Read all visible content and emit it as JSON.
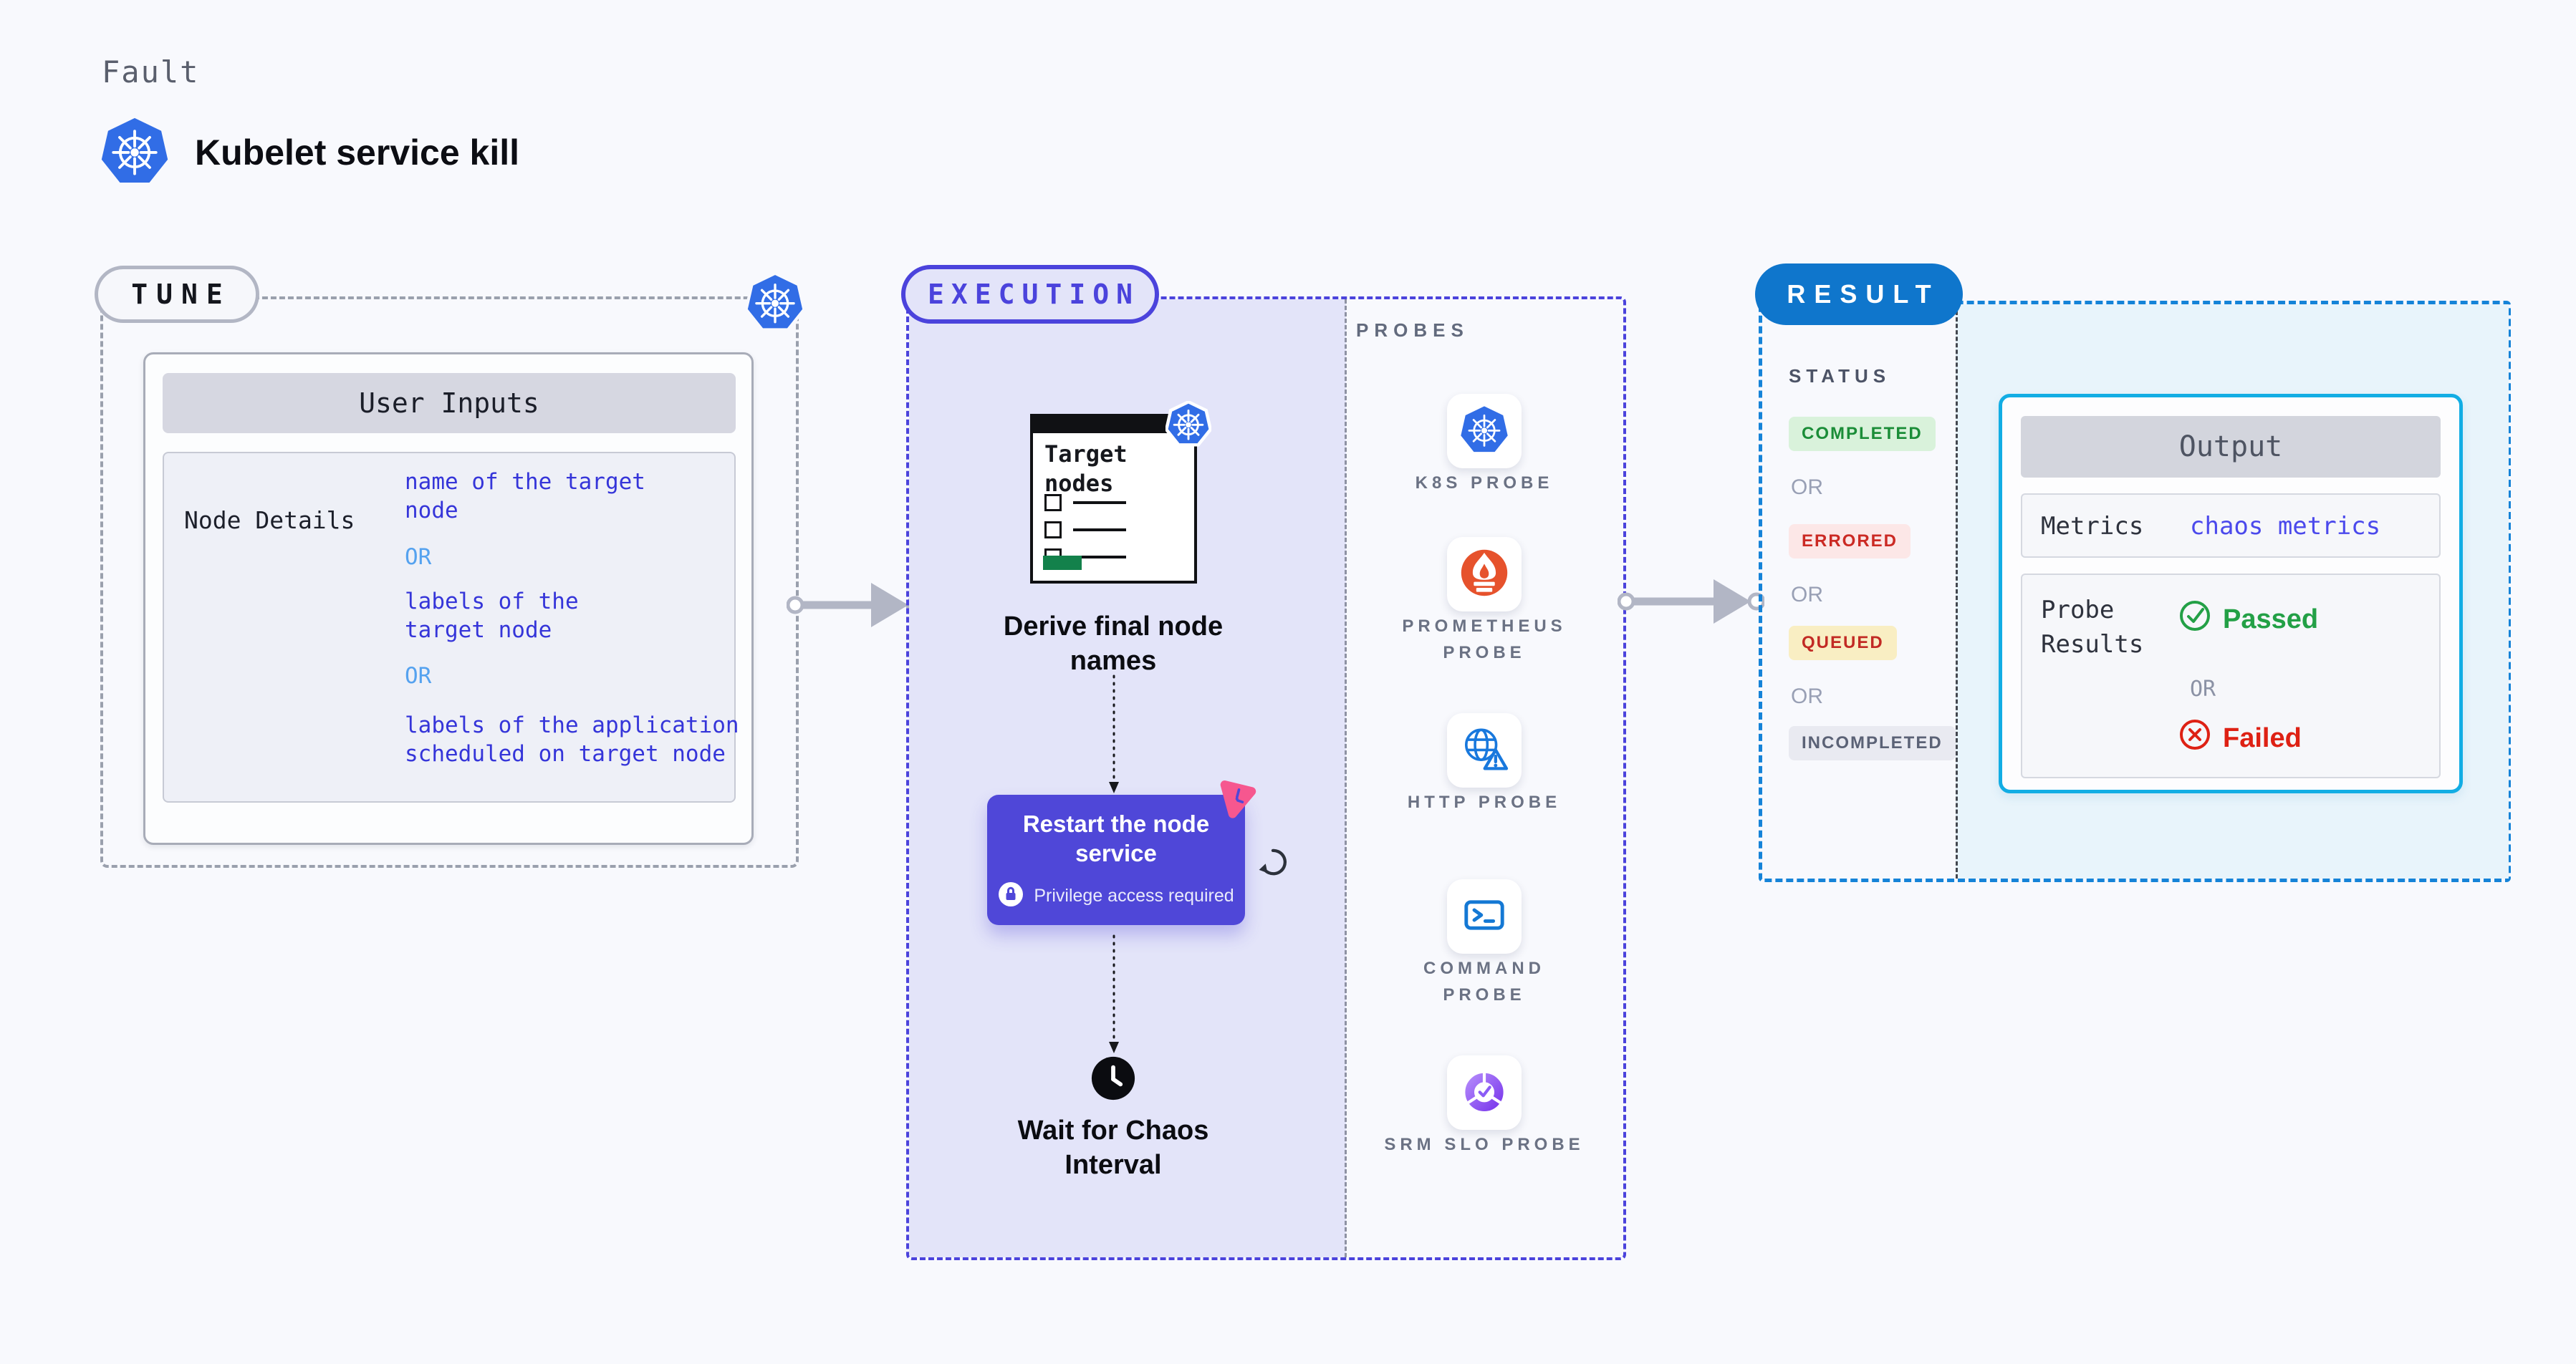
{
  "header": {
    "eyebrow": "Fault",
    "title": "Kubelet service kill"
  },
  "tune": {
    "pill": "TUNE",
    "card_header": "User Inputs",
    "row": {
      "label": "Node Details",
      "value1": "name of the target node",
      "or1": "OR",
      "value2": "labels of the target node",
      "or2": "OR",
      "value3": "labels of the application scheduled on target node"
    }
  },
  "execution": {
    "pill": "EXECUTION",
    "target_card_title": "Target nodes",
    "step_derive": "Derive final node names",
    "restart": {
      "title": "Restart the node service",
      "chip": "Privilege access required"
    },
    "step_wait": "Wait for Chaos Interval",
    "probes": {
      "heading": "PROBES",
      "items": [
        {
          "label": "K8S PROBE",
          "icon": "kubernetes-icon"
        },
        {
          "label": "PROMETHEUS PROBE",
          "icon": "prometheus-icon"
        },
        {
          "label": "HTTP PROBE",
          "icon": "http-globe-icon"
        },
        {
          "label": "COMMAND PROBE",
          "icon": "terminal-icon"
        },
        {
          "label": "SRM SLO PROBE",
          "icon": "slo-donut-icon"
        }
      ]
    }
  },
  "result": {
    "pill": "RESULT",
    "status": {
      "heading": "STATUS",
      "items": [
        {
          "text": "COMPLETED",
          "type": "green"
        },
        {
          "text": "OR",
          "type": "or"
        },
        {
          "text": "ERRORED",
          "type": "red"
        },
        {
          "text": "OR",
          "type": "or"
        },
        {
          "text": "QUEUED",
          "type": "yellow"
        },
        {
          "text": "OR",
          "type": "or"
        },
        {
          "text": "INCOMPLETED",
          "type": "grey"
        }
      ]
    },
    "output": {
      "header": "Output",
      "metrics_label": "Metrics",
      "metrics_value": "chaos metrics",
      "probe_results_label": "Probe Results",
      "passed": "Passed",
      "or": "OR",
      "failed": "Failed"
    }
  },
  "colors": {
    "background": "#f8f9fd",
    "kubernetes_blue": "#316de6",
    "tune_dash": "#9aa0ad",
    "execution_indigo": "#4b43dc",
    "execution_fill": "#e3e4f9",
    "restart_card": "#4f47d8",
    "litmus_pink": "#f6578f",
    "prometheus_orange": "#e6522c",
    "probe_blue": "#1878dd",
    "srm_purple": "#7c3bec",
    "result_blue": "#0f76cc",
    "result_dash": "#1583d8",
    "output_border": "#12ade4",
    "value_blue": "#3535d9",
    "or_blue": "#55a2ef",
    "completed_green": "#1b8d38",
    "errored_red": "#cb2a24",
    "queued_bg": "#f9eec3",
    "incompleted_grey": "#5b6276",
    "passed_green": "#23a046",
    "failed_red": "#de2114",
    "arrow_grey": "#b2b6c5",
    "target_green": "#13814b"
  }
}
